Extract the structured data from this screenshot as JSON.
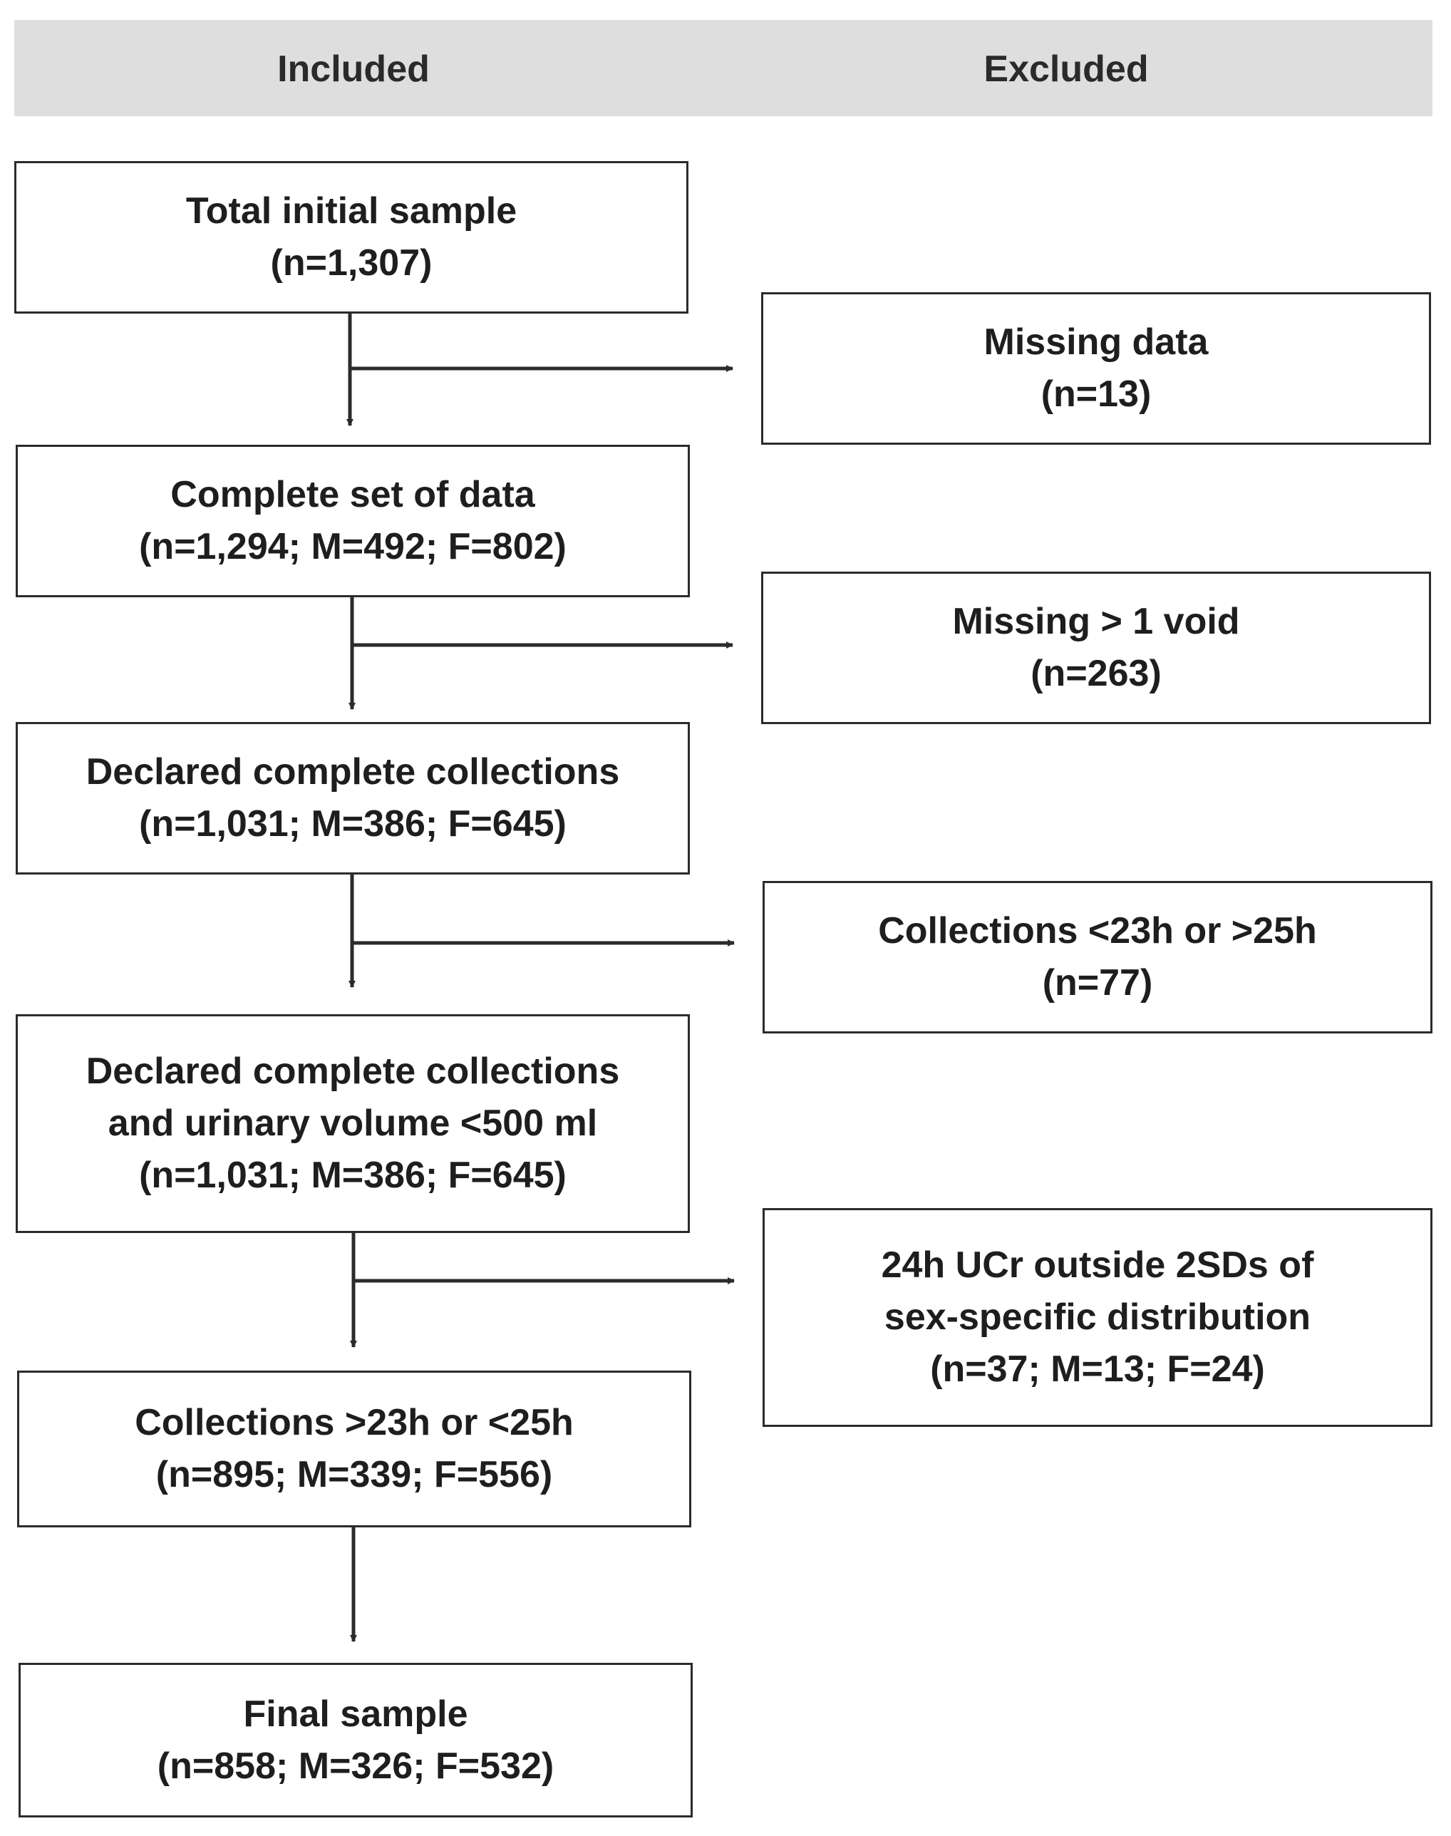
{
  "header": {
    "included_label": "Included",
    "excluded_label": "Excluded"
  },
  "included_boxes": [
    {
      "lines": [
        "Total initial sample",
        "(n=1,307)"
      ]
    },
    {
      "lines": [
        "Complete set of data",
        "(n=1,294; M=492; F=802)"
      ]
    },
    {
      "lines": [
        "Declared complete collections",
        "(n=1,031; M=386; F=645)"
      ]
    },
    {
      "lines": [
        "Declared complete collections",
        "and urinary volume <500 ml",
        "(n=1,031; M=386; F=645)"
      ]
    },
    {
      "lines": [
        "Collections >23h or <25h",
        "(n=895; M=339; F=556)"
      ]
    },
    {
      "lines": [
        "Final sample",
        "(n=858; M=326; F=532)"
      ]
    }
  ],
  "excluded_boxes": [
    {
      "lines": [
        "Missing data",
        "(n=13)"
      ]
    },
    {
      "lines": [
        "Missing > 1 void",
        "(n=263)"
      ]
    },
    {
      "lines": [
        "Collections <23h or >25h",
        "(n=77)"
      ]
    },
    {
      "lines": [
        "24h UCr outside 2SDs of",
        "sex-specific distribution",
        "(n=37; M=13; F=24)"
      ]
    }
  ],
  "colors": {
    "line": "#2b2b2b",
    "header_band": "#dedede"
  }
}
